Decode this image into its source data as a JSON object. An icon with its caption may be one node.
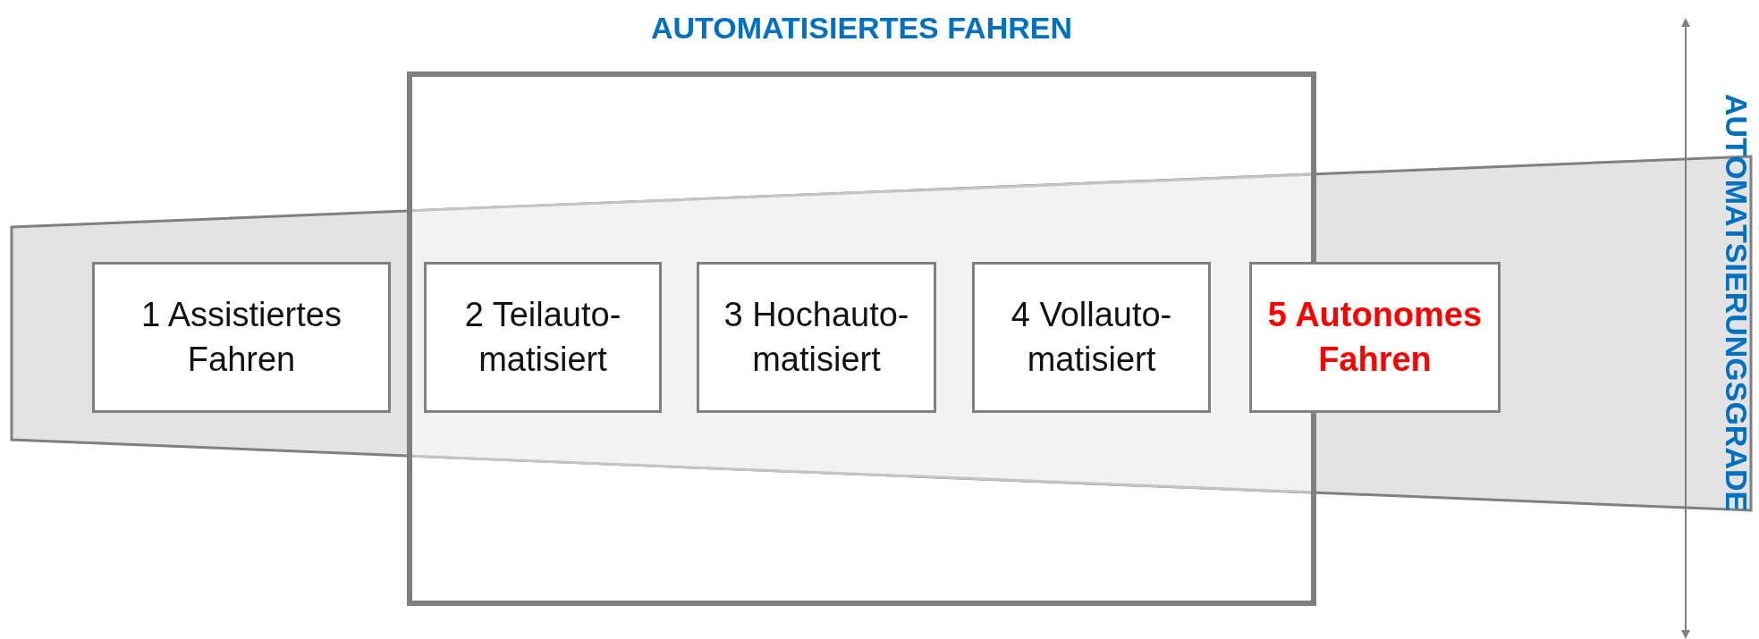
{
  "diagram": {
    "nodes": [
      {
        "text": [
          "AUTOMATISIERTES FAHREN"
        ]
      },
      {
        "text": [
          "1 Assistiertes Fahren"
        ]
      },
      {
        "text": [
          "2 Teilauto- matisiert"
        ],
        "in": 0
      },
      {
        "text": [
          "3 Hochauto- matisiert"
        ],
        "in": 0
      },
      {
        "text": [
          "4 Vollauto- matisiert"
        ],
        "in": 0
      },
      {
        "text": [
          "5 Autonomes Fahren"
        ]
      }
    ],
    "edges": [],
    "labels": [
      "AUTOMATSIERUNGSGRADE"
    ]
  }
}
